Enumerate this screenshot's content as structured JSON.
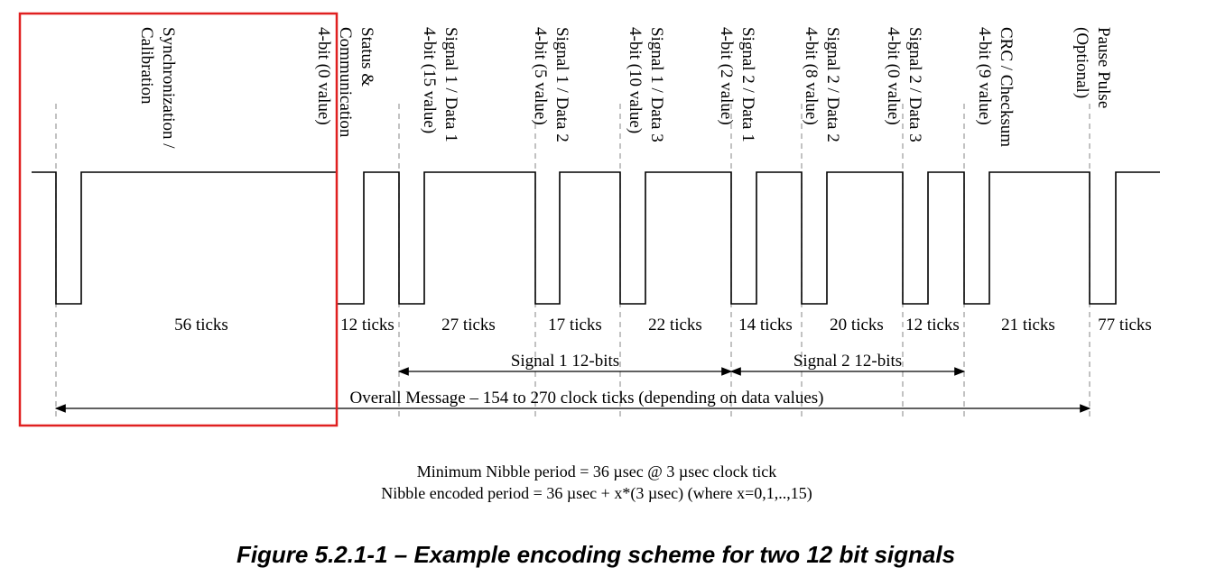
{
  "segments": [
    {
      "label": "Synchronization / Calibration",
      "ticks_label": "56 ticks"
    },
    {
      "label": "Status & Communication 4-bit (0 value)",
      "ticks_label": "12 ticks"
    },
    {
      "label": "Signal 1 / Data 1 4-bit (15 value)",
      "ticks_label": "27 ticks"
    },
    {
      "label": "Signal 1 / Data 2 4-bit (5 value)",
      "ticks_label": "17 ticks"
    },
    {
      "label": "Signal 1 / Data 3 4-bit (10 value)",
      "ticks_label": "22 ticks"
    },
    {
      "label": "Signal 2 / Data 1 4-bit (2 value)",
      "ticks_label": "14 ticks"
    },
    {
      "label": "Signal 2 / Data 2 4-bit (8 value)",
      "ticks_label": "20 ticks"
    },
    {
      "label": "Signal 2 / Data 3 4-bit (0 value)",
      "ticks_label": "12 ticks"
    },
    {
      "label": "CRC / Checksum 4-bit (9 value)",
      "ticks_label": "21 ticks"
    },
    {
      "label": "Pause Pulse (Optional)",
      "ticks_label": "77 ticks"
    }
  ],
  "spans": {
    "signal1": "Signal 1 12-bits",
    "signal2": "Signal 2 12-bits",
    "overall": "Overall Message – 154 to 270 clock ticks (depending on data values)"
  },
  "notes": {
    "line1": "Minimum Nibble period = 36 µsec @ 3 µsec clock tick",
    "line2": "Nibble encoded period = 36 µsec + x*(3 µsec)  (where x=0,1,..,15)"
  },
  "caption": "Figure 5.2.1-1 – Example encoding scheme for two 12 bit signals",
  "colors": {
    "highlight": "#e02020",
    "line": "#000000",
    "dash": "#999999"
  }
}
